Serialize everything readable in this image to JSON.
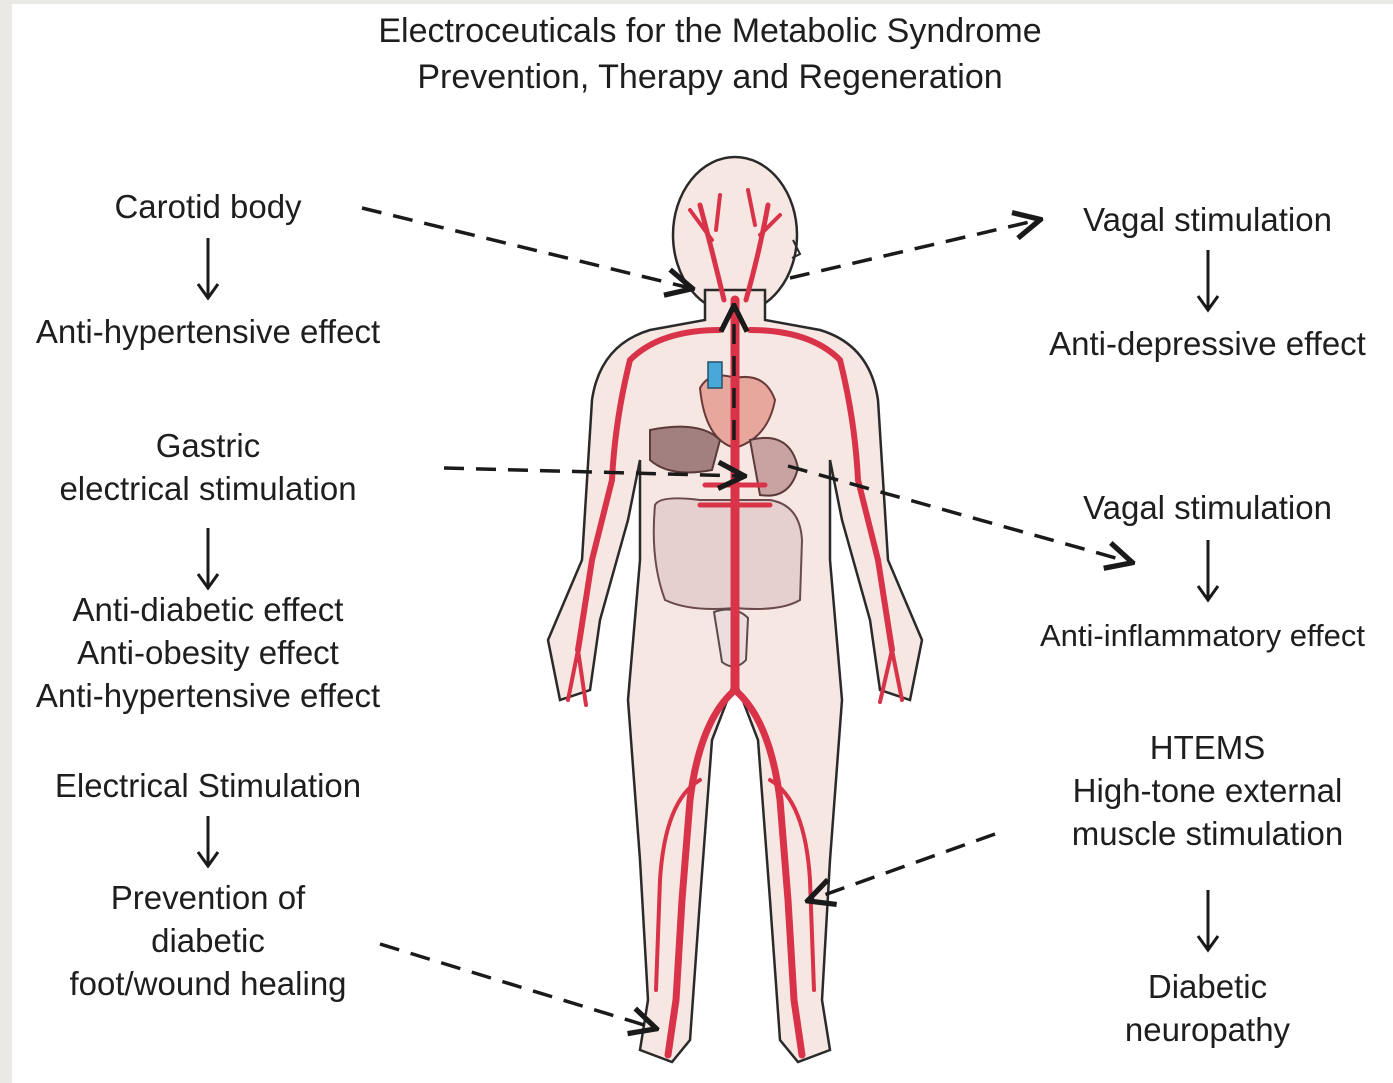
{
  "title": {
    "line1": "Electroceuticals for the Metabolic Syndrome",
    "line2": "Prevention, Therapy and Regeneration"
  },
  "left": {
    "carotid": {
      "label": "Carotid body",
      "effect": "Anti-hypertensive effect"
    },
    "gastric": {
      "label_line1": "Gastric",
      "label_line2": "electrical stimulation",
      "effects": [
        "Anti-diabetic effect",
        "Anti-obesity effect",
        "Anti-hypertensive effect"
      ]
    },
    "electrical": {
      "label": "Electrical Stimulation",
      "effect_lines": [
        "Prevention of",
        "diabetic",
        "foot/wound healing"
      ]
    }
  },
  "right": {
    "vagal1": {
      "label": "Vagal stimulation",
      "effect": "Anti-depressive effect"
    },
    "vagal2": {
      "label": "Vagal stimulation",
      "effect": "Anti-inflammatory effect"
    },
    "htems": {
      "label_lines": [
        "HTEMS",
        "High-tone external",
        "muscle stimulation"
      ],
      "effect_lines": [
        "Diabetic",
        "neuropathy"
      ]
    }
  },
  "colors": {
    "vessel": "#d9334a",
    "body_fill": "#f7e7e2",
    "outline": "#2a2a2a",
    "arrow": "#1a1a1a"
  },
  "icons": {
    "figure": "human-circulatory-system-figure",
    "arrow": "arrow-down-icon",
    "dashed": "dashed-arrow"
  }
}
